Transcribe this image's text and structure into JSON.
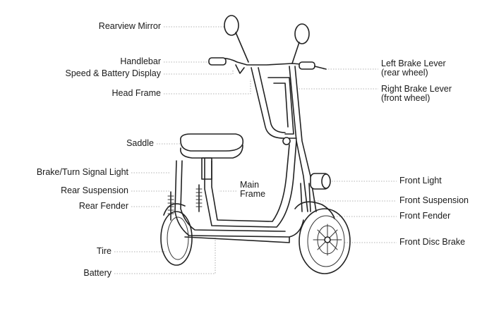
{
  "labels": {
    "rearview_mirror": "Rearview Mirror",
    "handlebar": "Handlebar",
    "speed_battery_display": "Speed & Battery Display",
    "head_frame": "Head Frame",
    "saddle": "Saddle",
    "brake_turn_signal_light": "Brake/Turn Signal Light",
    "rear_suspension": "Rear Suspension",
    "rear_fender": "Rear Fender",
    "main_frame_line1": "Main",
    "main_frame_line2": "Frame",
    "tire": "Tire",
    "battery": "Battery",
    "left_brake_lever_line1": "Left Brake Lever",
    "left_brake_lever_line2": "(rear wheel)",
    "right_brake_lever_line1": "Right Brake Lever",
    "right_brake_lever_line2": "(front wheel)",
    "front_light": "Front Light",
    "front_suspension": "Front Suspension",
    "front_fender": "Front Fender",
    "front_disc_brake": "Front Disc Brake"
  }
}
